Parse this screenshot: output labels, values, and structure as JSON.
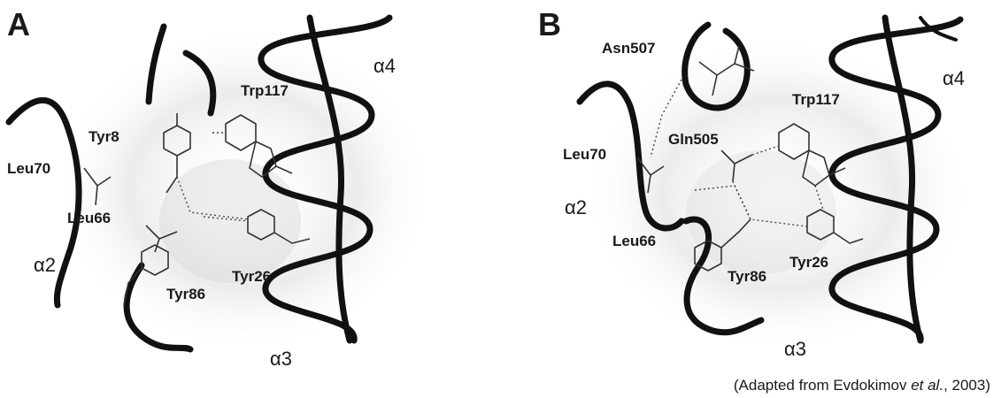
{
  "panel_a": {
    "letter": "A",
    "labels": {
      "tyr8": "Tyr8",
      "trp117": "Trp117",
      "leu70": "Leu70",
      "leu66": "Leu66",
      "tyr86": "Tyr86",
      "tyr26": "Tyr26",
      "alpha2": "α2",
      "alpha3": "α3",
      "alpha4": "α4"
    }
  },
  "panel_b": {
    "letter": "B",
    "labels": {
      "asn507": "Asn507",
      "trp117": "Trp117",
      "gln505": "Gln505",
      "leu70": "Leu70",
      "leu66": "Leu66",
      "tyr86": "Tyr86",
      "tyr26": "Tyr26",
      "alpha2": "α2",
      "alpha3": "α3",
      "alpha4": "α4"
    }
  },
  "caption": {
    "prefix": "(Adapted from Evdokimov ",
    "italic": "et al.",
    "suffix": ", 2003)"
  }
}
